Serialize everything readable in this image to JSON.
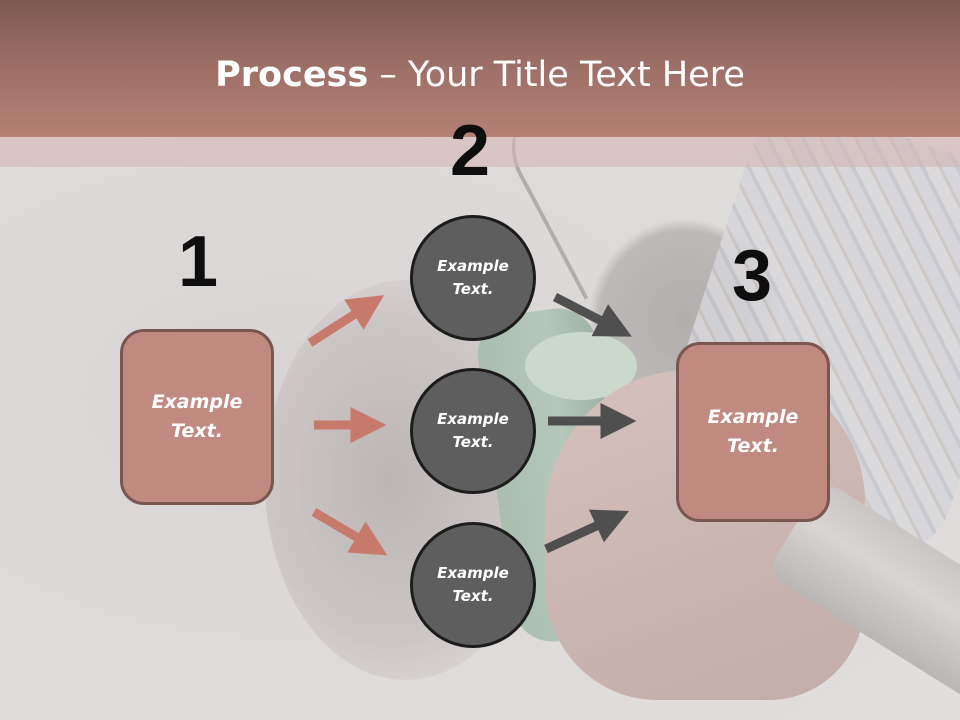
{
  "title": {
    "bold": "Process",
    "rest": " – Your Title Text Here"
  },
  "steps": {
    "one": "1",
    "two": "2",
    "three": "3"
  },
  "left_box": {
    "line1": "Example",
    "line2": "Text."
  },
  "right_box": {
    "line1": "Example",
    "line2": "Text."
  },
  "circles": [
    {
      "line1": "Example",
      "line2": "Text."
    },
    {
      "line1": "Example",
      "line2": "Text."
    },
    {
      "line1": "Example",
      "line2": "Text."
    }
  ],
  "colors": {
    "header": "#9b6e65",
    "box": "#c08a80",
    "circle": "#5e5e5e",
    "arrow_left": "#c7796c",
    "arrow_right": "#4f4f4f"
  }
}
